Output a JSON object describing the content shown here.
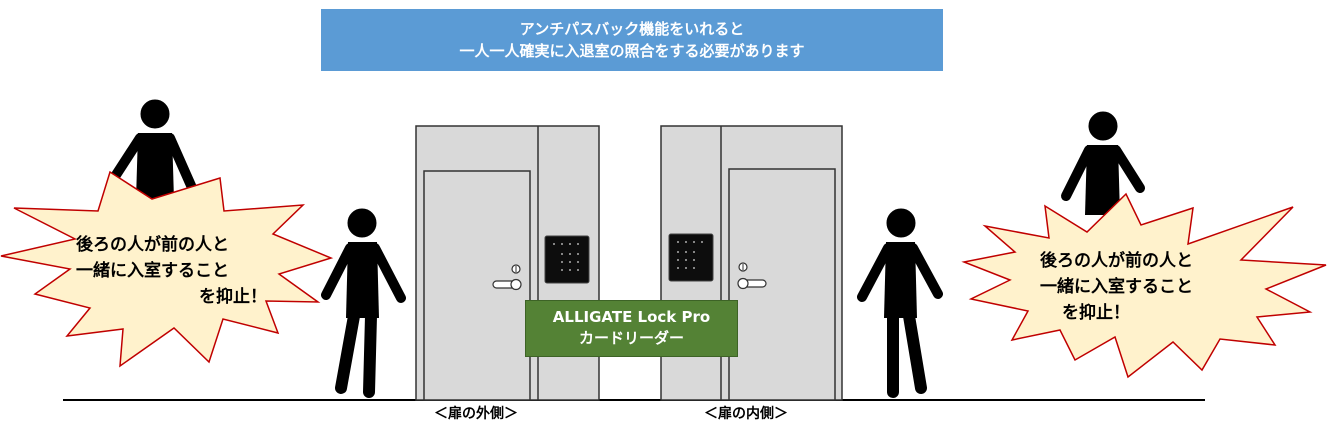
{
  "banner": {
    "line1": "アンチパスバック機能をいれると",
    "line2": "一人一人確実に入退室の照合をする必要があります"
  },
  "reader_label": {
    "line1": "ALLIGATE Lock Pro",
    "line2": "カードリーダー"
  },
  "warning_left": {
    "line1": "後ろの人が前の人と",
    "line2": "一緒に入室すること",
    "line3": "を抑止！"
  },
  "warning_right": {
    "line1": "後ろの人が前の人と",
    "line2": "一緒に入室すること",
    "line3": "を抑止！"
  },
  "labels": {
    "outside": "＜扉の外側＞",
    "inside": "＜扉の内側＞"
  },
  "colors": {
    "banner": "#5b9bd5",
    "reader_label": "#548235",
    "burst_fill": "#fff2cc",
    "burst_stroke": "#c00000",
    "door": "#d9d9d9",
    "person": "#000000"
  }
}
